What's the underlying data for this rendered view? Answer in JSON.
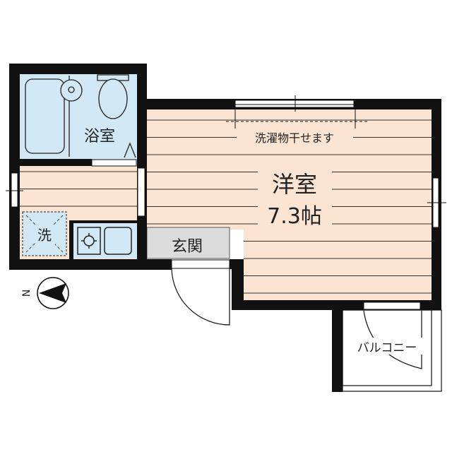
{
  "floor_plan": {
    "rooms": {
      "bathroom": "浴室",
      "western_room": "洋室",
      "western_room_size": "7.3帖",
      "entrance": "玄関",
      "laundry": "洗",
      "balcony": "バルコニー",
      "laundry_note": "洗濯物干せます"
    },
    "compass_label": "N",
    "colors": {
      "floor": "#fbe4d2",
      "wet_area": "#d2e8f4",
      "entrance": "#dcdcdc",
      "wall": "#111111"
    }
  }
}
